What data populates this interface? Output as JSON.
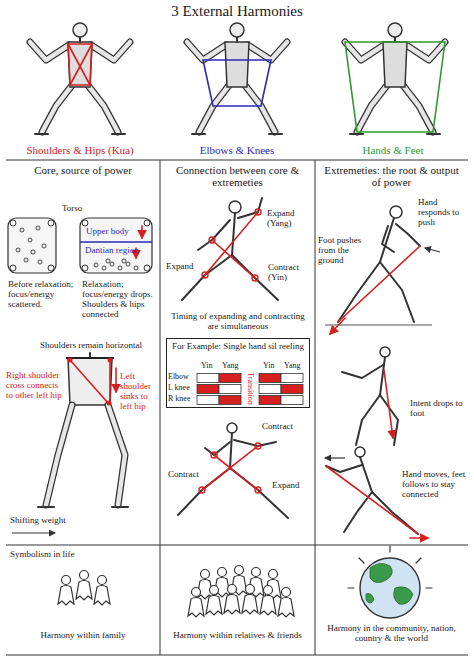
{
  "diagram": {
    "title": "3 External Harmonies",
    "nodes": [
      {
        "text": [
          "Core, source of power"
        ]
      },
      {
        "text": [
          "Connection between core & extremeties"
        ]
      },
      {
        "text": [
          "Extremeties: the root & output of power"
        ]
      },
      {
        "text": [
          "For Example: Single hand sil reeling"
        ],
        "in": 1
      },
      {
        "text": [
          "Symbolism in life",
          "Harmony within family"
        ]
      },
      {
        "text": [
          "Harmony within relatives & friends"
        ]
      },
      {
        "text": [
          "Harmony in the community, nation, country & the world"
        ]
      }
    ],
    "labels": [
      "Shoulders & Hips (Kua)",
      "Elbows & Knees",
      "Hands & Feet",
      "Torso",
      "Upper body",
      "Dantian region",
      "Before relaxation; focus/energy scattered.",
      "Relaxation; focus/energy drops. Shoulders & hips connected",
      "Shoulders remain horizontal",
      "Right shoulder cross connects to other left hip",
      "Left shoulder sinks to left hip",
      "Shifting weight",
      "Expand (Yang)",
      "Expand",
      "Contract (Yin)",
      "Timing of expanding and contracting are simultaneous",
      "Yin",
      "Yang",
      "Yin",
      "Yang",
      "Elbow",
      "L knee",
      "R knee",
      "Transition",
      "Contract",
      "Contract",
      "Expand",
      "Hand responds to push",
      "Foot pushes from the ground",
      "Intent drops to foot",
      "Hand moves, feet follows to stay connected"
    ]
  }
}
